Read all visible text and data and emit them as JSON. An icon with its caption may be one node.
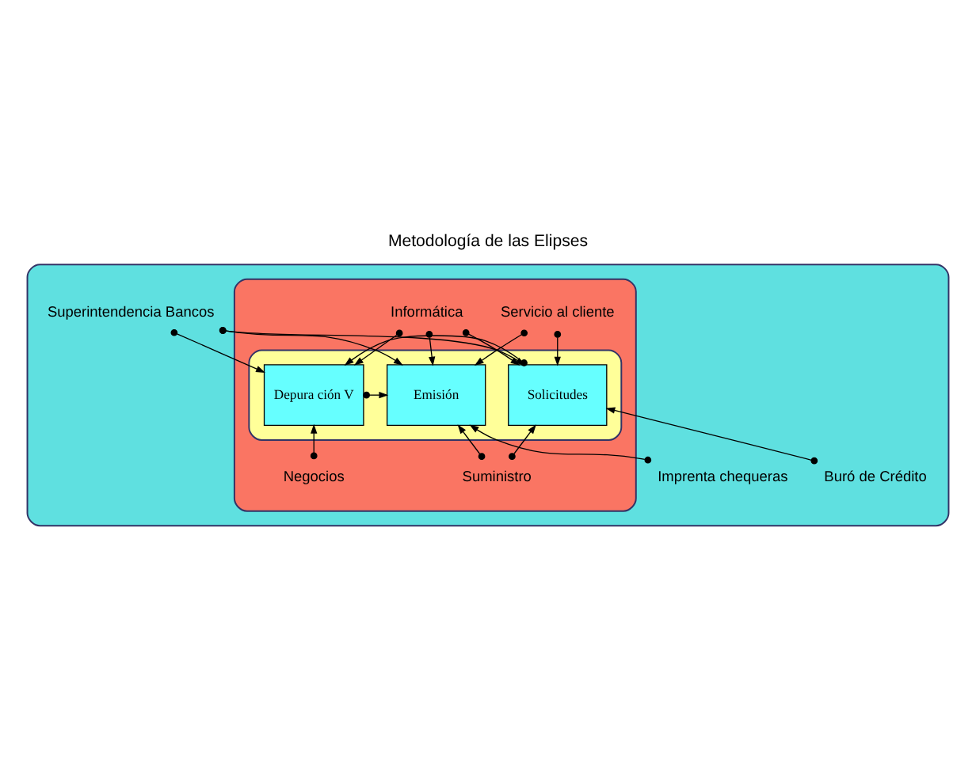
{
  "diagram": {
    "title": "Metodología de las Elipses",
    "nodes": [
      {
        "text": [],
        "shape": "ellipse"
      },
      {
        "text": [],
        "shape": "ellipse",
        "in": 0
      },
      {
        "text": [],
        "shape": "ellipse",
        "in": 1
      },
      {
        "text": [
          "Superintendencia Bancos"
        ],
        "in": 0
      },
      {
        "text": [
          "Servicio al cliente"
        ],
        "in": 1
      },
      {
        "text": [
          "Informática"
        ],
        "in": 1
      },
      {
        "text": [
          "Solicitudes"
        ],
        "in": 2
      },
      {
        "text": [
          "Depura ción V"
        ],
        "in": 2
      },
      {
        "text": [
          "Emisión"
        ],
        "in": 2
      },
      {
        "text": [
          "Negocios"
        ],
        "in": 1
      },
      {
        "text": [
          "Suministro"
        ],
        "in": 1
      },
      {
        "text": [
          "Buró de Crédito"
        ],
        "in": 0
      },
      {
        "text": [
          "Imprenta chequeras"
        ],
        "in": 0
      }
    ],
    "edges": [
      {
        "from": 3,
        "to": 6,
        "arrow": "to"
      },
      {
        "from": 3,
        "to": 7,
        "arrow": "to"
      },
      {
        "from": 3,
        "to": 8,
        "arrow": "to"
      },
      {
        "from": 4,
        "to": 8,
        "arrow": "to"
      },
      {
        "from": 4,
        "to": 6,
        "arrow": "to"
      },
      {
        "from": 5,
        "to": 6,
        "arrow": "to"
      },
      {
        "from": 5,
        "to": 7,
        "arrow": "to"
      },
      {
        "from": 5,
        "to": 8,
        "arrow": "to"
      },
      {
        "from": 6,
        "to": 7,
        "arrow": "to"
      },
      {
        "from": 7,
        "to": 8,
        "arrow": "to"
      },
      {
        "from": 11,
        "to": 6,
        "arrow": "to"
      },
      {
        "from": 9,
        "to": 7,
        "arrow": "to"
      },
      {
        "from": 10,
        "to": 6,
        "arrow": "to"
      },
      {
        "from": 10,
        "to": 8,
        "arrow": "to"
      },
      {
        "from": 12,
        "to": 8,
        "arrow": "to"
      }
    ]
  }
}
